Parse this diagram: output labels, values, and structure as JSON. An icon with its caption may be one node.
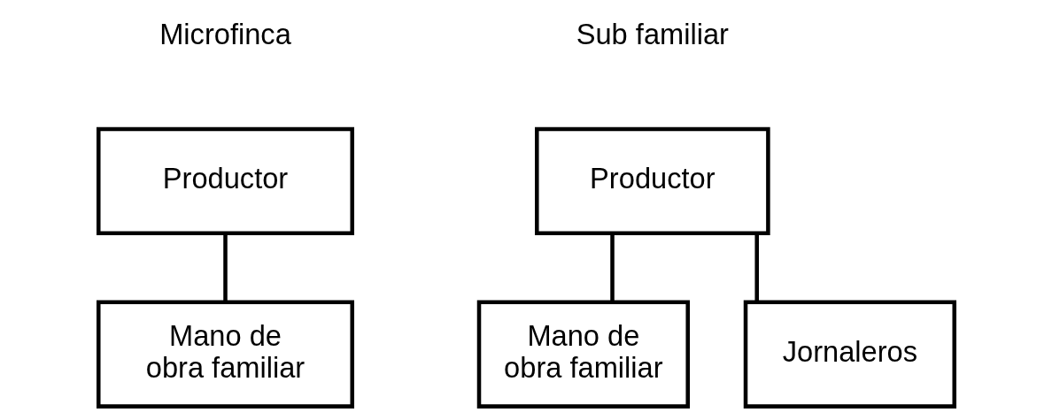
{
  "diagram": {
    "nodes": [
      {
        "text": [
          "Productor"
        ]
      },
      {
        "text": [
          "Mano de obra familiar"
        ]
      },
      {
        "text": [
          "Productor"
        ]
      },
      {
        "text": [
          "Mano de obra familiar"
        ]
      },
      {
        "text": [
          "Jornaleros"
        ]
      }
    ],
    "edges": [
      {
        "from": 0,
        "to": 1,
        "arrow": "none"
      },
      {
        "from": 2,
        "to": 3,
        "arrow": "none"
      },
      {
        "from": 2,
        "to": 4,
        "arrow": "none"
      }
    ],
    "labels": [
      "Microfinca",
      "Sub familiar"
    ]
  }
}
